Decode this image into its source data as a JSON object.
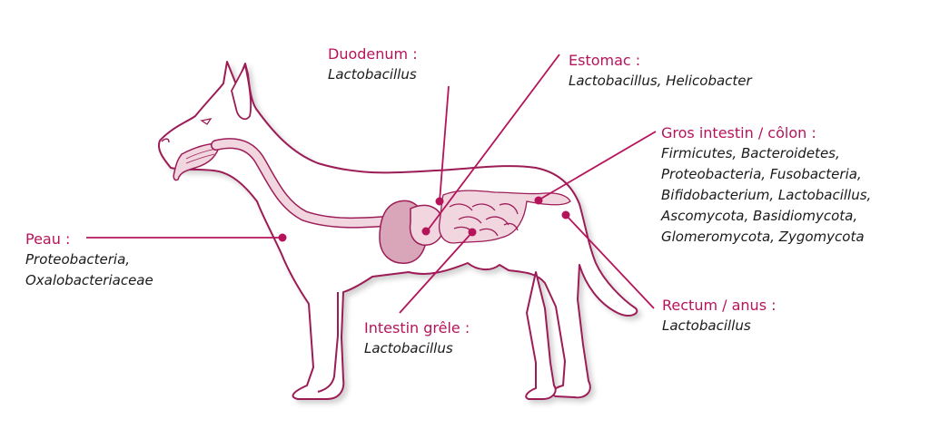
{
  "colors": {
    "accent": "#b5145b",
    "outline": "#9c1d57",
    "organ_fill": "#f1d6df",
    "liver_fill": "#d9a5b8",
    "text": "#1a1a1a"
  },
  "labels": {
    "duodenum": {
      "title": "Duodenum :",
      "body": [
        "Lactobacillus"
      ]
    },
    "estomac": {
      "title": "Estomac :",
      "body": [
        "Lactobacillus, Helicobacter"
      ]
    },
    "gros_intestin": {
      "title": "Gros intestin / côlon :",
      "body": [
        "Firmicutes, Bacteroidetes,",
        "Proteobacteria, Fusobacteria,",
        "Bifidobacterium, Lactobacillus,",
        "Ascomycota, Basidiomycota,",
        "Glomeromycota, Zygomycota"
      ]
    },
    "peau": {
      "title": "Peau :",
      "body": [
        "Proteobacteria,",
        "Oxalobacteriaceae"
      ]
    },
    "intestin_grele": {
      "title": "Intestin grêle :",
      "body": [
        "Lactobacillus"
      ]
    },
    "rectum": {
      "title": "Rectum / anus :",
      "body": [
        "Lactobacillus"
      ]
    }
  }
}
